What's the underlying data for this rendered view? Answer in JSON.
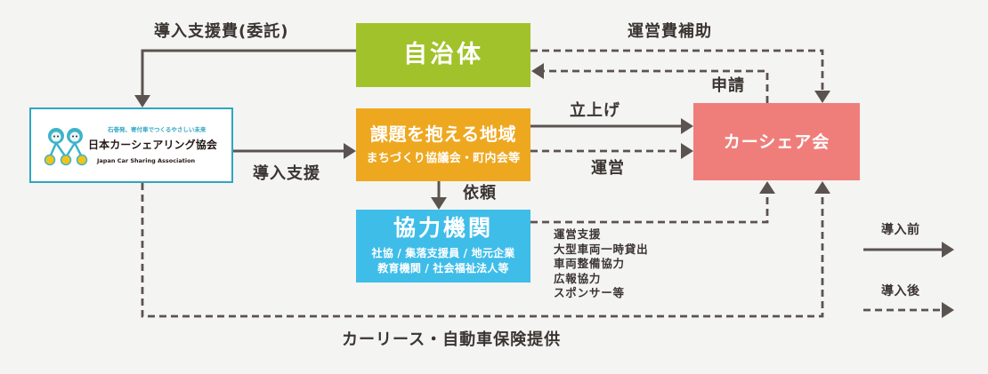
{
  "colors": {
    "background": "#f4f4f2",
    "arrow": "#5b5350",
    "text": "#3b3532",
    "local_gov": "#a1c22a",
    "region": "#eea820",
    "partners": "#3fbde9",
    "carshare": "#ef7e7a",
    "association_border": "#2fa6c3",
    "mascot_teal": "#3db3c8",
    "mascot_yellow": "#f2c31a"
  },
  "nodes": {
    "local_gov": {
      "label": "自治体"
    },
    "association": {
      "slogan": "石巻発、寄付車でつくるやさしい未来",
      "name": "日本カーシェアリング協会",
      "name_en": "Japan Car Sharing Association",
      "icon": "car-sharing-mascot-icon"
    },
    "region": {
      "label": "課題を抱える地域",
      "sub": "まちづくり協議会・町内会等"
    },
    "partners": {
      "label": "協力機関",
      "sub_lines": [
        "社協 / 集落支援員 / 地元企業",
        "教育機関 / 社会福祉法人等"
      ]
    },
    "carshare": {
      "label": "カーシェア会"
    }
  },
  "edges": {
    "support_fee": {
      "label": "導入支援費(委託)",
      "dashed": false
    },
    "intro_support": {
      "label": "導入支援",
      "dashed": false
    },
    "request": {
      "label": "依頼",
      "dashed": false
    },
    "launch": {
      "label": "立上げ",
      "dashed": false
    },
    "operation": {
      "label": "運営",
      "dashed": true
    },
    "operation_subsidy": {
      "label": "運営費補助",
      "dashed": true
    },
    "application": {
      "label": "申請",
      "dashed": true
    },
    "partner_support": {
      "lines": [
        "運営支援",
        "大型車両一時貸出",
        "車両整備協力",
        "広報協力",
        "スポンサー等"
      ],
      "dashed": true
    },
    "car_lease": {
      "label": "カーリース・自動車保険提供",
      "dashed": true
    }
  },
  "legend": {
    "before": {
      "label": "導入前",
      "dashed": false
    },
    "after": {
      "label": "導入後",
      "dashed": true
    }
  }
}
